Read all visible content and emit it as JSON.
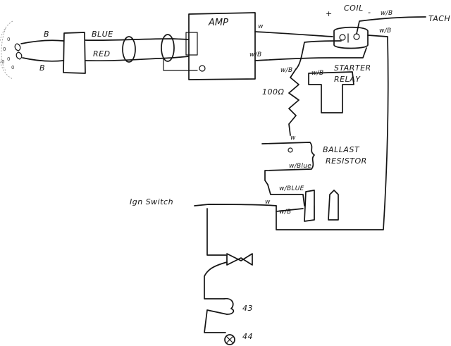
{
  "labels": {
    "b_top": "B",
    "b_bottom": "B",
    "blue": "BLUE",
    "red": "RED",
    "amp": "AMP",
    "amp_w": "w",
    "amp_wb": "w/B",
    "coil": "COIL",
    "coil_plus": "+",
    "coil_minus": "-",
    "coil_wb": "w/B",
    "coil_wb2": "w/B",
    "tach": "TACH",
    "relay_wb": "w/B",
    "relay_wb2": "w/B",
    "starter_relay_1": "STARTER",
    "starter_relay_2": "RELAY",
    "resistor": "100Ω",
    "ballast_w": "w",
    "ballast_resistor_1": "BALLAST",
    "ballast_resistor_2": "RESISTOR",
    "w_blue_1": "w/Blue",
    "w_blue_2": "w/BLUE",
    "lower_w": "w",
    "lower_wb": "w/B",
    "ign_switch": "Ign Switch",
    "pin_43": "43",
    "pin_44": "44"
  },
  "connector_pins": [
    "0",
    "0",
    "0",
    "0",
    "0"
  ]
}
